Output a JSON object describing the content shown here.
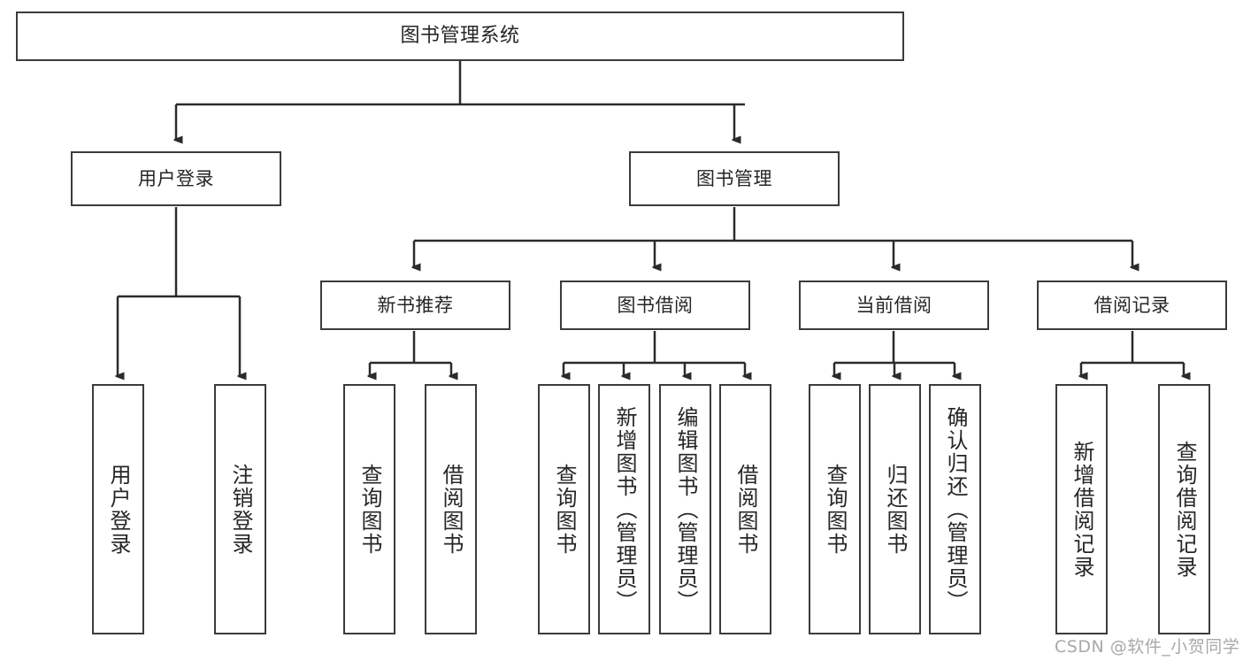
{
  "diagram": {
    "title": "图书管理系统",
    "type": "functional-structure-tree",
    "theme": {
      "background": "#ffffff",
      "box_border": "#3b3b3b",
      "box_fill": "#ffffff",
      "text": "#262626",
      "connector": "#2b2b2b",
      "watermark": "#a8a8a8"
    },
    "levels": {
      "root": {
        "label": "图书管理系统"
      },
      "level2": [
        {
          "id": "user-login",
          "label": "用户登录"
        },
        {
          "id": "book-manage",
          "label": "图书管理"
        }
      ],
      "level3": [
        {
          "id": "new-book-recommend",
          "label": "新书推荐",
          "parent": "book-manage"
        },
        {
          "id": "book-borrow",
          "label": "图书借阅",
          "parent": "book-manage"
        },
        {
          "id": "current-borrow",
          "label": "当前借阅",
          "parent": "book-manage"
        },
        {
          "id": "borrow-record",
          "label": "借阅记录",
          "parent": "book-manage"
        }
      ],
      "leaves": [
        {
          "id": "leaf-user-login",
          "label": "用户登录",
          "parent": "user-login"
        },
        {
          "id": "leaf-logout-login",
          "label": "注销登录",
          "parent": "user-login"
        },
        {
          "id": "leaf-query-book-1",
          "label": "查询图书",
          "parent": "new-book-recommend"
        },
        {
          "id": "leaf-borrow-book-1",
          "label": "借阅图书",
          "parent": "new-book-recommend"
        },
        {
          "id": "leaf-query-book-2",
          "label": "查询图书",
          "parent": "book-borrow"
        },
        {
          "id": "leaf-add-book",
          "label": "新增图书（管理员）",
          "parent": "book-borrow"
        },
        {
          "id": "leaf-edit-book",
          "label": "编辑图书（管理员）",
          "parent": "book-borrow"
        },
        {
          "id": "leaf-borrow-book-2",
          "label": "借阅图书",
          "parent": "book-borrow"
        },
        {
          "id": "leaf-query-book-3",
          "label": "查询图书",
          "parent": "current-borrow"
        },
        {
          "id": "leaf-return-book",
          "label": "归还图书",
          "parent": "current-borrow"
        },
        {
          "id": "leaf-confirm-return",
          "label": "确认归还（管理员）",
          "parent": "current-borrow"
        },
        {
          "id": "leaf-add-record",
          "label": "新增借阅记录",
          "parent": "borrow-record"
        },
        {
          "id": "leaf-query-record",
          "label": "查询借阅记录",
          "parent": "borrow-record"
        }
      ]
    },
    "watermark": "CSDN @软件_小贺同学"
  }
}
